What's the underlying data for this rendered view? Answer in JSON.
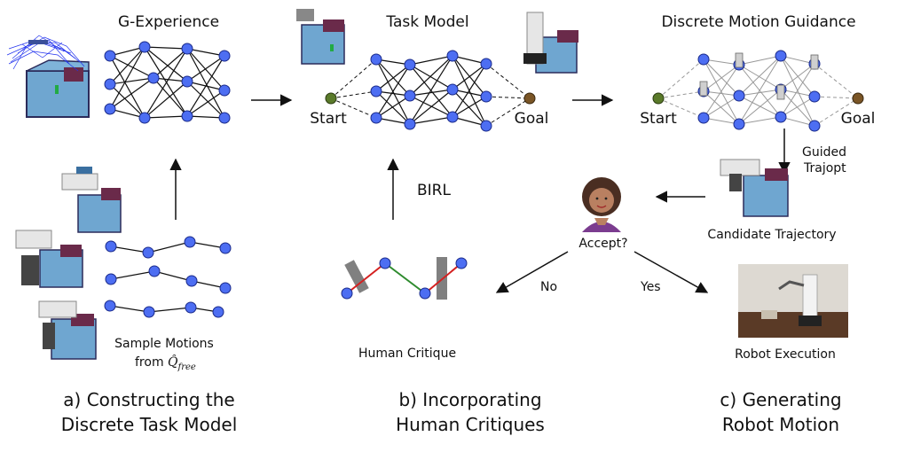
{
  "panel_a": {
    "title": "G-Experience",
    "samples_label_1": "Sample Motions",
    "samples_label_2": "from ",
    "samples_symbol": "Q̂",
    "samples_subscript": "free",
    "section_line1": "a) Constructing the",
    "section_line2": "Discrete Task Model"
  },
  "panel_b": {
    "title": "Task Model",
    "start_label": "Start",
    "goal_label": "Goal",
    "birl_label": "BIRL",
    "critique_label": "Human Critique",
    "section_line1": "b) Incorporating",
    "section_line2": "Human Critiques"
  },
  "panel_c": {
    "title": "Discrete Motion Guidance",
    "start_label": "Start",
    "goal_label": "Goal",
    "guided_label_1": "Guided",
    "guided_label_2": "Trajopt",
    "candidate_label": "Candidate Trajectory",
    "accept_label": "Accept?",
    "no_label": "No",
    "yes_label": "Yes",
    "execution_label": "Robot Execution",
    "section_line1": "c) Generating",
    "section_line2": "Robot Motion"
  },
  "colors": {
    "node_fill": "#4d6ef2",
    "node_stroke": "#1a2a8a",
    "start_node": "#5a7a2a",
    "goal_node": "#7a5526",
    "bin_blue": "#6fa6d0",
    "bin_frame": "#2b2b5a",
    "critique_red": "#d42020",
    "critique_green": "#2e8b2e",
    "obstacle_gray": "#808080"
  }
}
